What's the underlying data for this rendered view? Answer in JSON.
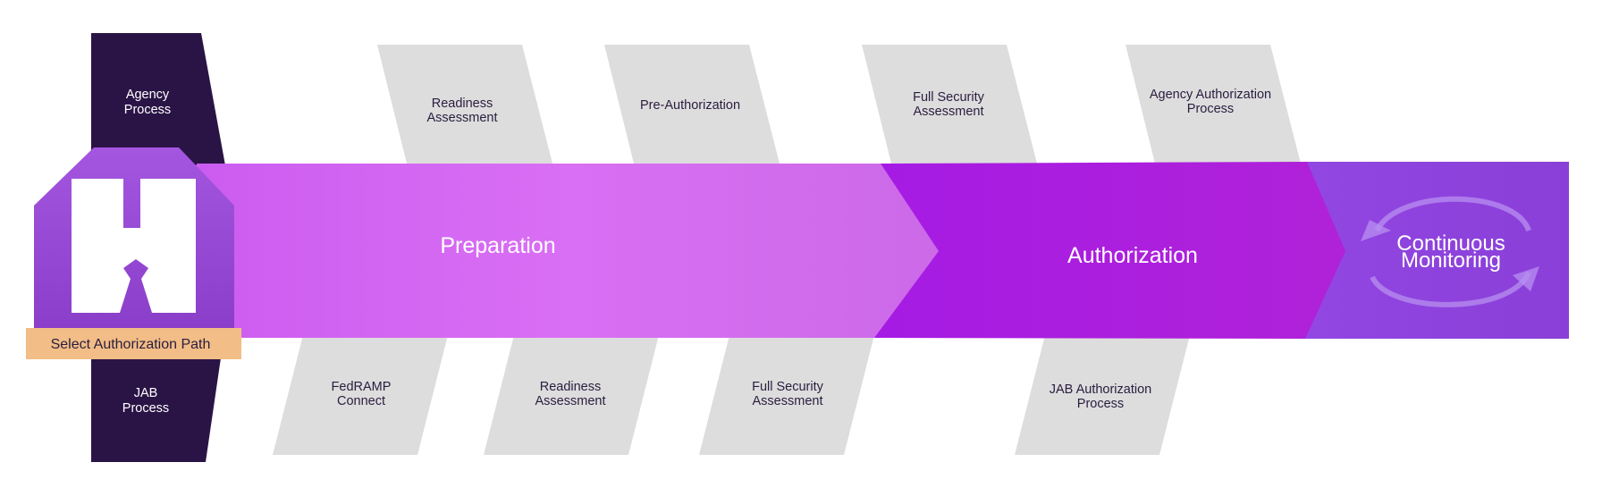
{
  "paths": {
    "agency": [
      "Agency",
      "Process"
    ],
    "jab": [
      "JAB",
      "Process"
    ],
    "select_label": "Select Authorization Path"
  },
  "stages": {
    "preparation": "Preparation",
    "authorization": "Authorization",
    "continuous": [
      "Continuous",
      "Monitoring"
    ]
  },
  "top_steps": [
    [
      "Readiness",
      "Assessment"
    ],
    [
      "Pre-Authorization"
    ],
    [
      "Full Security",
      "Assessment"
    ],
    [
      "Agency Authorization",
      "Process"
    ]
  ],
  "bottom_steps": [
    [
      "FedRAMP",
      "Connect"
    ],
    [
      "Readiness",
      "Assessment"
    ],
    [
      "Full Security",
      "Assessment"
    ],
    [
      "JAB Authorization",
      "Process"
    ]
  ],
  "colors": {
    "dark_column": "#2a1446",
    "step_gray": "#dddddd",
    "preparation": "#d56bf2",
    "authorization": "#aa1ee0",
    "continuous": "#9045dd",
    "badge": "#9a4ed6",
    "select_bg": "#f2bd86"
  }
}
